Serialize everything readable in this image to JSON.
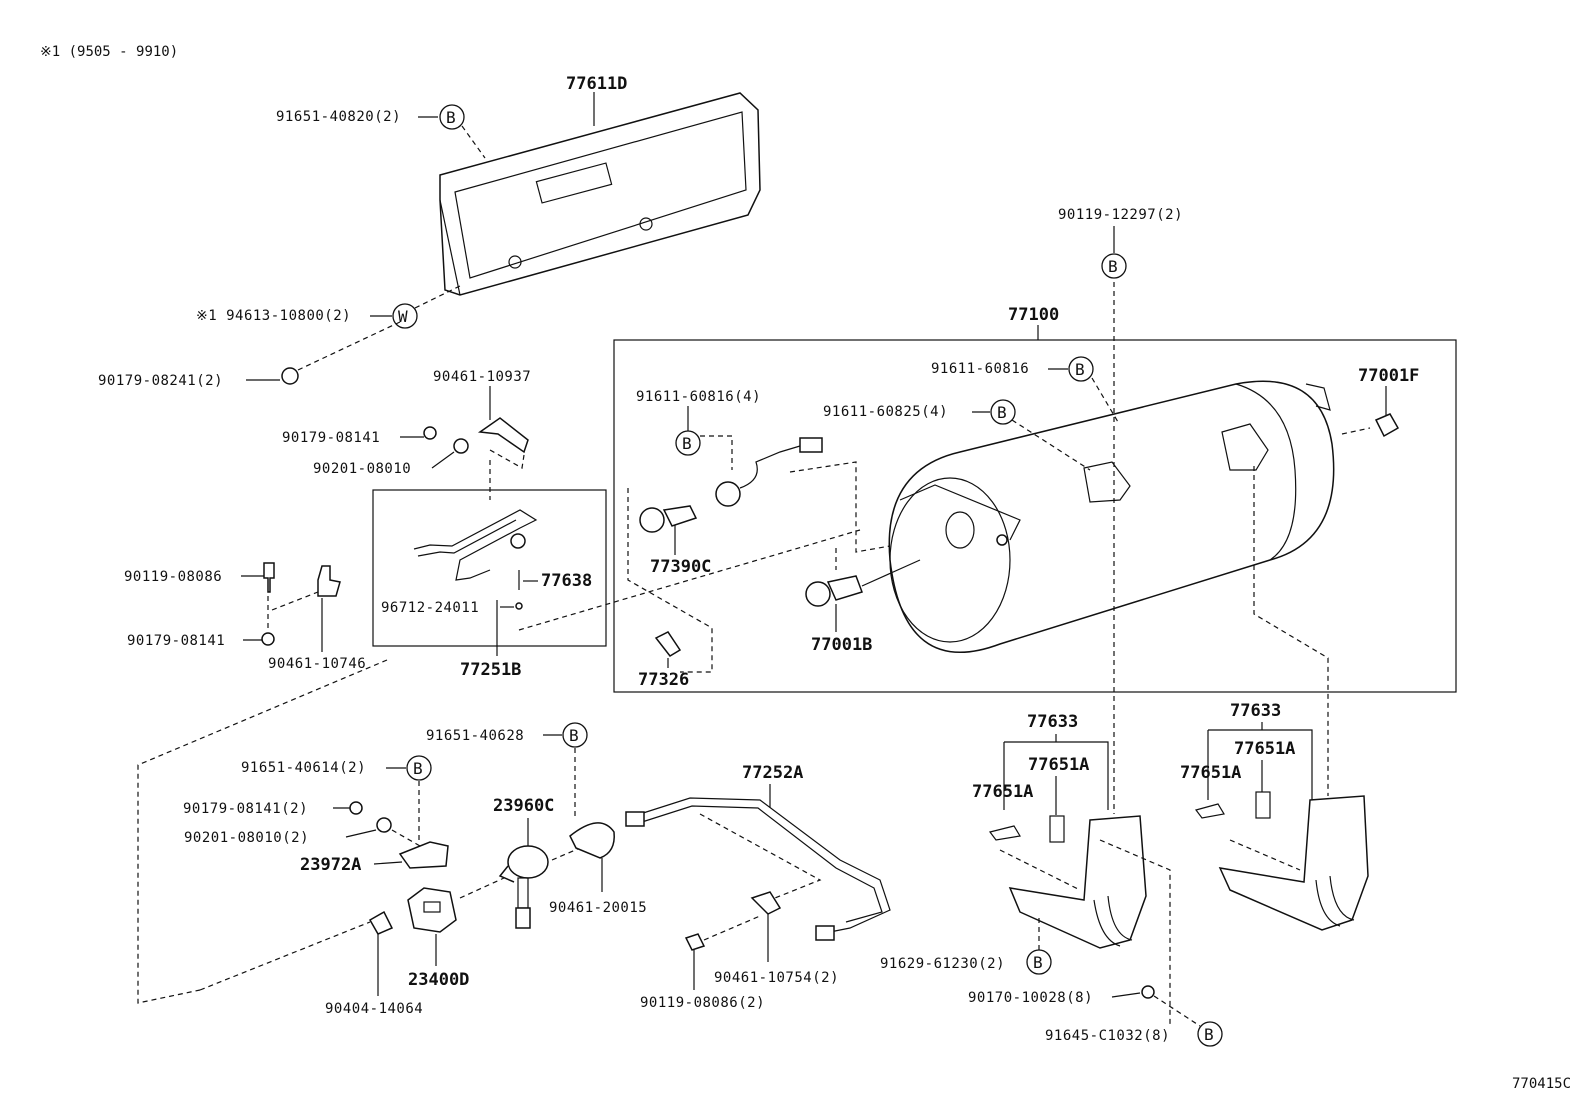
{
  "note": "※1 (9505 - 9910)",
  "ref_code": "770415C",
  "callout_letters": {
    "b": "B",
    "w": "W"
  },
  "labels": {
    "p77611D": "77611D",
    "p91651_40820": "91651-40820(2)",
    "p94613_10800": "※1 94613-10800(2)",
    "p90179_08241": "90179-08241(2)",
    "p90461_10937": "90461-10937",
    "p90179_08141_a": "90179-08141",
    "p90201_08010_a": "90201-08010",
    "p90119_08086_a": "90119-08086",
    "p90179_08141_b": "90179-08141",
    "p90461_10746": "90461-10746",
    "p77638": "77638",
    "p96712_24011": "96712-24011",
    "p77251B": "77251B",
    "p90119_12297": "90119-12297(2)",
    "p77100": "77100",
    "p91611_60816_a": "91611-60816",
    "p77001F": "77001F",
    "p91611_60816_b": "91611-60816(4)",
    "p91611_60825": "91611-60825(4)",
    "p77390C": "77390C",
    "p77001B": "77001B",
    "p77326": "77326",
    "p77633_a": "77633",
    "p77651A_a": "77651A",
    "p77651A_b": "77651A",
    "p77633_b": "77633",
    "p77651A_c": "77651A",
    "p77651A_d": "77651A",
    "p91651_40628": "91651-40628",
    "p91651_40614": "91651-40614(2)",
    "p90179_08141_c": "90179-08141(2)",
    "p90201_08010_b": "90201-08010(2)",
    "p23960C": "23960C",
    "p23972A": "23972A",
    "p77252A": "77252A",
    "p90461_20015": "90461-20015",
    "p90404_14064": "90404-14064",
    "p23400D": "23400D",
    "p90461_10754": "90461-10754(2)",
    "p90119_08086_b": "90119-08086(2)",
    "p91629_61230": "91629-61230(2)",
    "p90170_10028": "90170-10028(8)",
    "p91645_C1032": "91645-C1032(8)"
  }
}
